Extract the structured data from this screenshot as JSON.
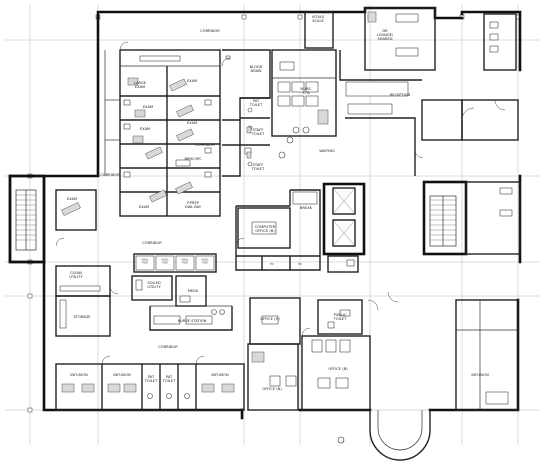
{
  "rooms": {
    "corridor_top": "CORRIDOR",
    "large_exam": "LARGE\nEXAM",
    "exam_a": "EXAM",
    "exam_b": "EXAM",
    "exam_c": "EXAM",
    "exam_d": "EXAM",
    "exam_e": "EXAM",
    "nphc_ipc": "NPHC/IPC",
    "pres_station": "P.PREP\nDIAL BAY",
    "blood_draw": "BLOOD\nDRAW",
    "pat_toilet_top": "PAT\nTOILET",
    "staff_toilet_a": "STAFF\nTOILET",
    "staff_toilet_b": "STAFF\nTOILET",
    "nurse_station_top": "NURS.\nSTN",
    "vitals_scale": "VITALS\nSCALE",
    "dr_lounge": "DR\nLOUNGE/\nSHARED",
    "reception": "RECEPTION",
    "waiting": "WAITING",
    "corridor_mid": "CORRIDOR",
    "corridor_left": "CORRIDOR",
    "exam_left": "EXAM",
    "break": "BREAK",
    "computer_office": "COMPUTER\nOFFICE (B)",
    "corridor_lower": "CORRIDOR",
    "clean_utility": "CLEAN\nUTILITY",
    "soiled_utility": "SOILED\nUTILITY",
    "meds": "MEDS",
    "storage": "STORAGE",
    "nurse_station": "NURSE STATION",
    "office_h": "OFFICE (H)",
    "public_toilet": "PUBLIC\nTOILET",
    "corridor_bottom": "CORRIDOR",
    "office_b": "OFFICE (B)",
    "office_n": "OFFICE (N)",
    "infusion_a": "INFUSION",
    "infusion_b": "INFUSION",
    "infusion_c": "INFUSION",
    "infusion_d": "INFUSION",
    "pat_toilet_a": "PAT\nTOILET",
    "pat_toilet_b": "PAT\nTOILET",
    "ec": "EC",
    "ec2": "EC"
  },
  "stalls": [
    "CHILL\nPOD",
    "CHILL\nPOD",
    "CHILL\nPOD",
    "CHILL\nPOD"
  ],
  "colors": {
    "wall": "#111111",
    "grid": "#b8b8b8",
    "furniture": "#d9d9d9"
  }
}
